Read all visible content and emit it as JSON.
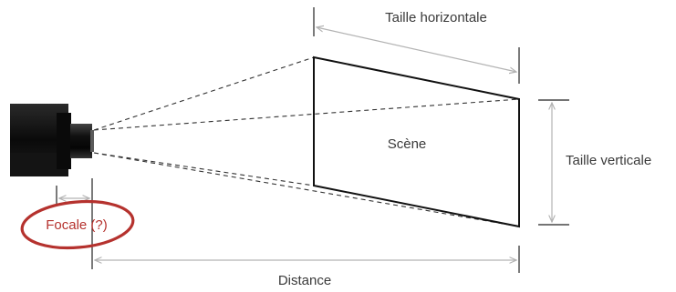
{
  "labels": {
    "horizontal_size": "Taille horizontale",
    "vertical_size": "Taille verticale",
    "scene": "Scène",
    "focal": "Focale (?)",
    "distance": "Distance"
  },
  "colors": {
    "focal_circle": "#b5322e",
    "dimension_line": "#b3b3b3",
    "frame": "#111111",
    "camera_body": "#0d0d0d"
  },
  "icons": {
    "camera": "camera-icon"
  }
}
